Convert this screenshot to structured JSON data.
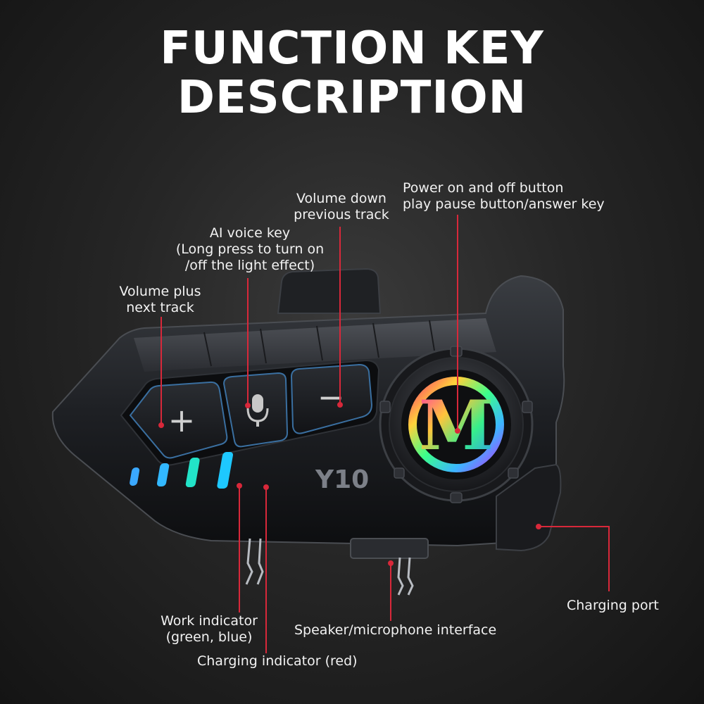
{
  "title": {
    "line1": "FUNCTION KEY",
    "line2": "DESCRIPTION"
  },
  "device": {
    "model_text": "Y10",
    "logo_letter": "M",
    "plus_symbol": "+",
    "minus_symbol": "−",
    "indicator_color_blue": "#3aa8ff",
    "indicator_color_green": "#22e3c8",
    "accent_line_color": "#d8283a",
    "icons": [
      "plus-icon",
      "microphone-icon",
      "minus-icon",
      "m-logo-icon"
    ]
  },
  "labels": {
    "volume_down": [
      "Volume down",
      "previous track"
    ],
    "power": [
      "Power on and off button",
      "play pause button/answer key"
    ],
    "ai_voice": [
      "AI voice key",
      "(Long press to turn on",
      "/off the light effect)"
    ],
    "volume_plus": [
      "Volume plus",
      "next track"
    ],
    "charging_port": "Charging port",
    "work_indicator": [
      "Work indicator",
      "(green, blue)"
    ],
    "speaker_interface": "Speaker/microphone interface",
    "charging_indicator": "Charging indicator (red)"
  }
}
